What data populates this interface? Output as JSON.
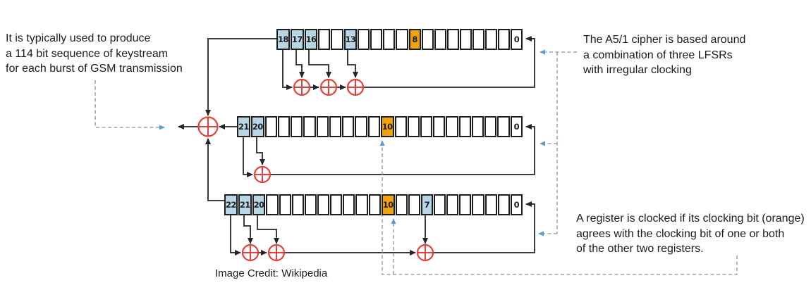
{
  "notes": {
    "left": [
      "It is typically used to produce",
      "a 114 bit sequence of keystream",
      "for each burst of GSM transmission"
    ],
    "top_right": [
      "The A5/1 cipher is based around",
      "a combination of three LFSRs",
      "with irregular clocking"
    ],
    "bottom_right": [
      "A register is clocked if its clocking bit (orange)",
      "agrees with the clocking bit of one or both",
      "of the other two registers."
    ],
    "credit": "Image Credit: Wikipedia"
  },
  "registers": [
    {
      "name": "lfsr-1",
      "length": 19,
      "cells": [
        {
          "index": 0,
          "label": "18",
          "type": "tap"
        },
        {
          "index": 1,
          "label": "17",
          "type": "tap"
        },
        {
          "index": 2,
          "label": "16",
          "type": "tap"
        },
        {
          "index": 5,
          "label": "13",
          "type": "tap"
        },
        {
          "index": 10,
          "label": "8",
          "type": "clock"
        },
        {
          "index": 18,
          "label": "0",
          "type": "plain"
        }
      ]
    },
    {
      "name": "lfsr-2",
      "length": 22,
      "cells": [
        {
          "index": 0,
          "label": "21",
          "type": "tap"
        },
        {
          "index": 1,
          "label": "20",
          "type": "tap"
        },
        {
          "index": 11,
          "label": "10",
          "type": "clock"
        },
        {
          "index": 21,
          "label": "0",
          "type": "plain"
        }
      ]
    },
    {
      "name": "lfsr-3",
      "length": 23,
      "cells": [
        {
          "index": 0,
          "label": "22",
          "type": "tap"
        },
        {
          "index": 1,
          "label": "21",
          "type": "tap"
        },
        {
          "index": 2,
          "label": "20",
          "type": "tap"
        },
        {
          "index": 12,
          "label": "10",
          "type": "clock"
        },
        {
          "index": 15,
          "label": "7",
          "type": "tap"
        },
        {
          "index": 22,
          "label": "0",
          "type": "plain"
        }
      ]
    }
  ],
  "colors": {
    "tap": "#b9d6e6",
    "clock": "#f2a30b",
    "cell_border": "#1e1e1e",
    "line": "#3d3d3d",
    "xor": "#e3403a",
    "dashed": "#8fa9c0",
    "arrow_blue": "#5b9bd5",
    "text": "#1c1c1c"
  }
}
